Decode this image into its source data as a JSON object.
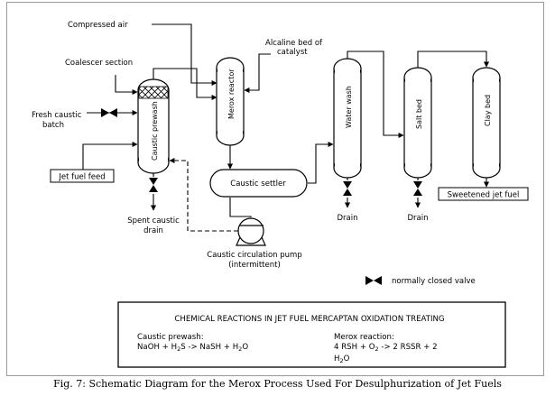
{
  "labels": {
    "compressed_air": "Compressed air",
    "alcaline_bed_1": "Alcaline bed of",
    "alcaline_bed_2": "catalyst",
    "coalescer_section": "Coalescer section",
    "fresh_caustic_1": "Fresh caustic",
    "fresh_caustic_2": "batch",
    "jet_fuel_feed": "Jet fuel feed",
    "spent_caustic_1": "Spent caustic",
    "spent_caustic_2": "drain",
    "caustic_settler": "Caustic settler",
    "circ_pump_1": "Caustic circulation pump",
    "circ_pump_2": "(intermittent)",
    "drain_water": "Drain",
    "drain_salt": "Drain",
    "sweetened": "Sweetened jet fuel",
    "normally_closed": "normally closed valve"
  },
  "vessels": {
    "caustic_prewash": "Caustic prewash",
    "merox_reactor": "Merox reactor",
    "water_wash": "Water wash",
    "salt_bed": "Salt bed",
    "clay_bed": "Clay bed"
  },
  "reactions": {
    "title": "CHEMICAL REACTIONS IN JET FUEL MERCAPTAN OXIDATION TREATING",
    "prewash_label": "Caustic prewash:",
    "prewash_1": "NaOH + H",
    "prewash_2": "2",
    "prewash_3": "S -> NaSH + H",
    "prewash_4": "2",
    "prewash_5": "O",
    "merox_label": "Merox reaction:",
    "merox_1": "4 RSH + O",
    "merox_2": "2",
    "merox_3": " -> 2 RSSR + 2",
    "merox_4": "H",
    "merox_5": "2",
    "merox_6": "O"
  },
  "caption": "Fig. 7: Schematic Diagram for the Merox Process Used For Desulphurization of Jet Fuels"
}
